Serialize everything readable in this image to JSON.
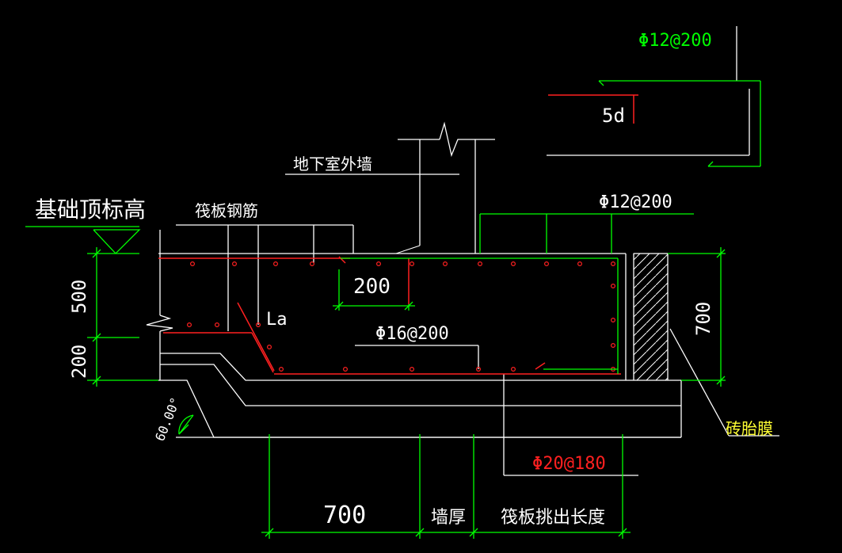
{
  "colors": {
    "background": "#000000",
    "outline": "#FFFFFF",
    "dimension": "#00FF00",
    "rebar": "#FF2020",
    "note_yellow": "#FFFF33"
  },
  "labels": {
    "foundation_top_elevation": "基础顶标高",
    "raft_rebar": "筏板钢筋",
    "basement_exterior_wall": "地下室外墙",
    "top_detail_bar": "Φ12@200",
    "five_d": "5d",
    "wall_side_bar": "Φ12@200",
    "raft_bottom_bar": "Φ16@200",
    "lap_length": "La",
    "lap_200": "200",
    "dim_500": "500",
    "dim_200_vertical": "200",
    "dim_700_vertical": "700",
    "slope_angle": "60.00°",
    "brick_tire_mold": "砖胎膜",
    "bottom_bar_phi20": "Φ20@180",
    "dim_700_bottom": "700",
    "wall_thickness": "墙厚",
    "raft_overhang_length": "筏板挑出长度"
  }
}
